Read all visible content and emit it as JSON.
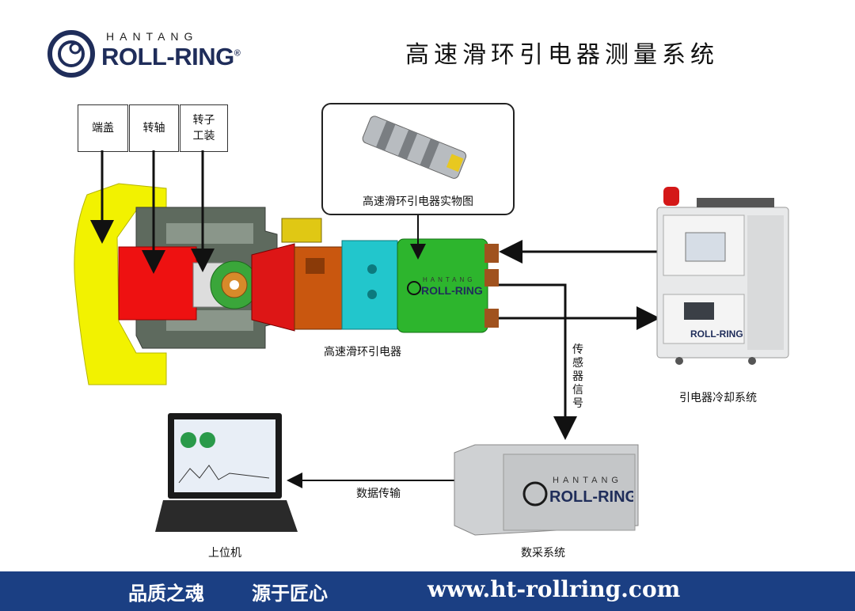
{
  "brand": {
    "hantang": "HANTANG",
    "roll_ring": "ROLL-RING",
    "registered": "®"
  },
  "title": "高速滑环引电器测量系统",
  "labels": {
    "end_cap": "端盖",
    "shaft": "转轴",
    "rotor_fixture": "转子\n工装",
    "photo_caption": "高速滑环引电器实物图",
    "slip_ring": "高速滑环引电器",
    "sensor_signal": "传感器信号",
    "cooling_system": "引电器冷却系统",
    "daq_system": "数采系统",
    "data_transfer": "数据传输",
    "host_pc": "上位机"
  },
  "footer": {
    "slogan_1": "品质之魂",
    "slogan_2": "源于匠心",
    "website": "www.ht-rollring.com"
  },
  "colors": {
    "end_cap": "#f2f200",
    "shaft": "#ee1111",
    "brush_housing": "#c9570f",
    "cyan_section": "#22c6cc",
    "green_section": "#2db52d",
    "footer_bg": "#1b3f83",
    "logo_blue": "#1f2d5a"
  }
}
